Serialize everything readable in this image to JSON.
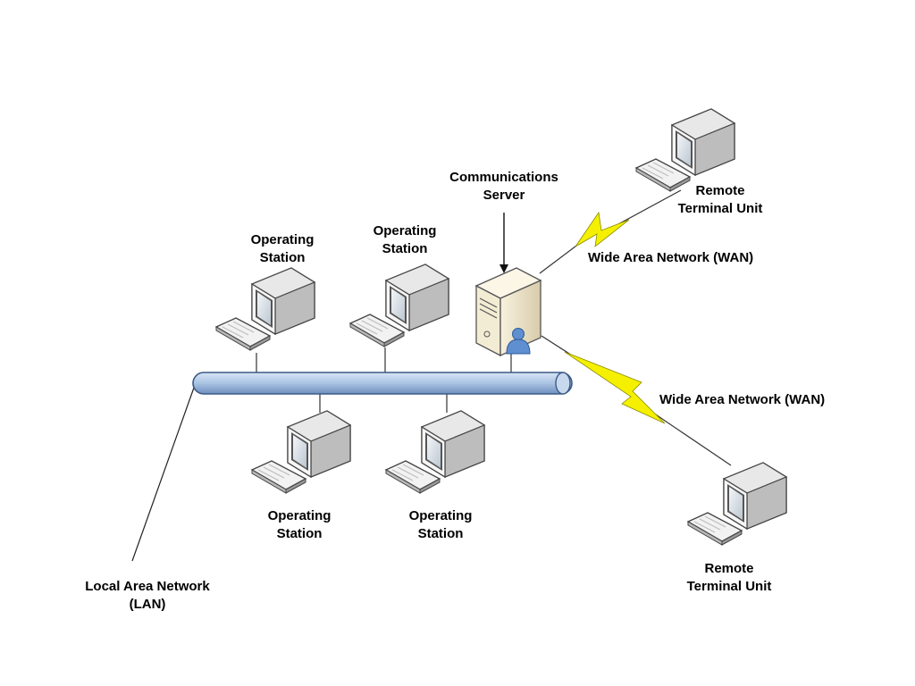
{
  "diagram": {
    "communications_server": {
      "line1": "Communications",
      "line2": "Server"
    },
    "operating_stations": [
      {
        "line1": "Operating",
        "line2": "Station"
      },
      {
        "line1": "Operating",
        "line2": "Station"
      },
      {
        "line1": "Operating",
        "line2": "Station"
      },
      {
        "line1": "Operating",
        "line2": "Station"
      }
    ],
    "remote_terminal_units": [
      {
        "line1": "Remote",
        "line2": "Terminal Unit"
      },
      {
        "line1": "Remote",
        "line2": "Terminal Unit"
      }
    ],
    "wan_links": [
      {
        "label": "Wide Area Network (WAN)"
      },
      {
        "label": "Wide Area Network (WAN)"
      }
    ],
    "lan": {
      "line1": "Local Area Network",
      "line2": "(LAN)"
    },
    "colors": {
      "lan_bus": "#a9c3e3",
      "lan_bus_stroke": "#3c5a86",
      "wan_bolt": "#f4f000",
      "server_body": "#f1ead4",
      "user_icon": "#5f8fd0"
    }
  }
}
